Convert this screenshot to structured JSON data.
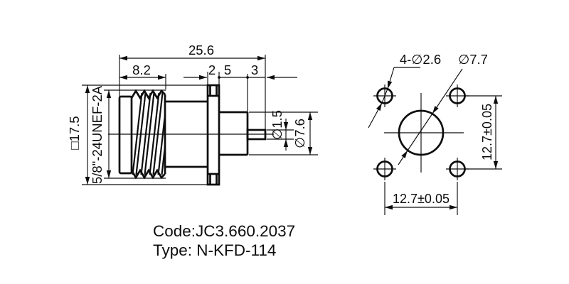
{
  "side_view": {
    "overall_length": "25.6",
    "thread_length": "8.2",
    "flange_thickness": "2",
    "body_length": "5",
    "pin_length": "3",
    "flange_square": "□17.5",
    "thread_spec": "5/8\"-24UNEF-2A",
    "pin_diameter": "∅1.5",
    "body_diameter": "∅7.6"
  },
  "front_view": {
    "mounting_holes": "4-∅2.6",
    "center_hole_diameter": "∅7.7",
    "hole_spacing_vertical": "12.7±0.05",
    "hole_spacing_horizontal": "12.7±0.05"
  },
  "footer": {
    "code": "Code:JC3.660.2037",
    "type": "Type: N-KFD-114"
  },
  "colors": {
    "ink": "#0d0d0d",
    "background": "#ffffff"
  }
}
